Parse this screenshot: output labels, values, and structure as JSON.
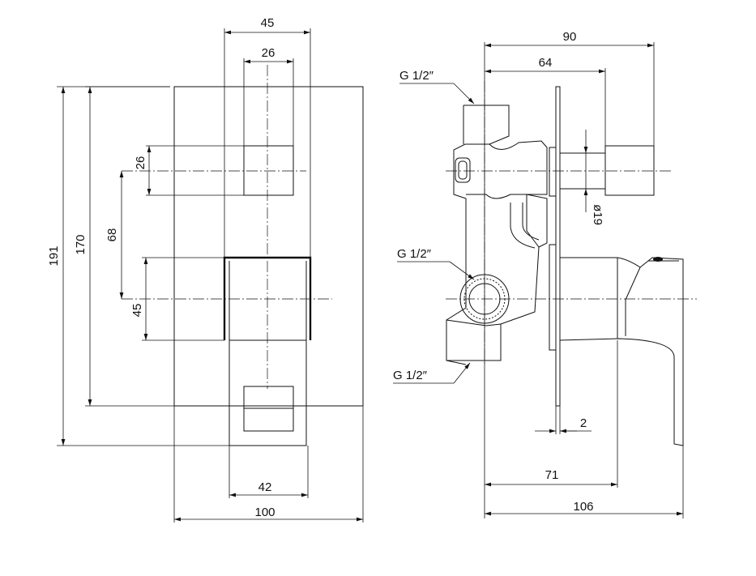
{
  "drawing": {
    "front_view": {
      "dim_width_top": "45",
      "dim_button_width": "26",
      "dim_button_height": "26",
      "dim_spacing": "68",
      "dim_lever_height": "45",
      "dim_inner_height": "170",
      "dim_total_height": "191",
      "dim_lever_width": "42",
      "dim_plate_width": "100"
    },
    "side_view": {
      "dim_total_depth_top": "90",
      "dim_button_depth": "64",
      "thread_top": "G 1/2″",
      "thread_middle": "G 1/2″",
      "thread_bottom": "G 1/2″",
      "dim_diameter": "ø19",
      "dim_plate_thickness": "2",
      "dim_lever_depth": "71",
      "dim_total_depth": "106"
    }
  }
}
